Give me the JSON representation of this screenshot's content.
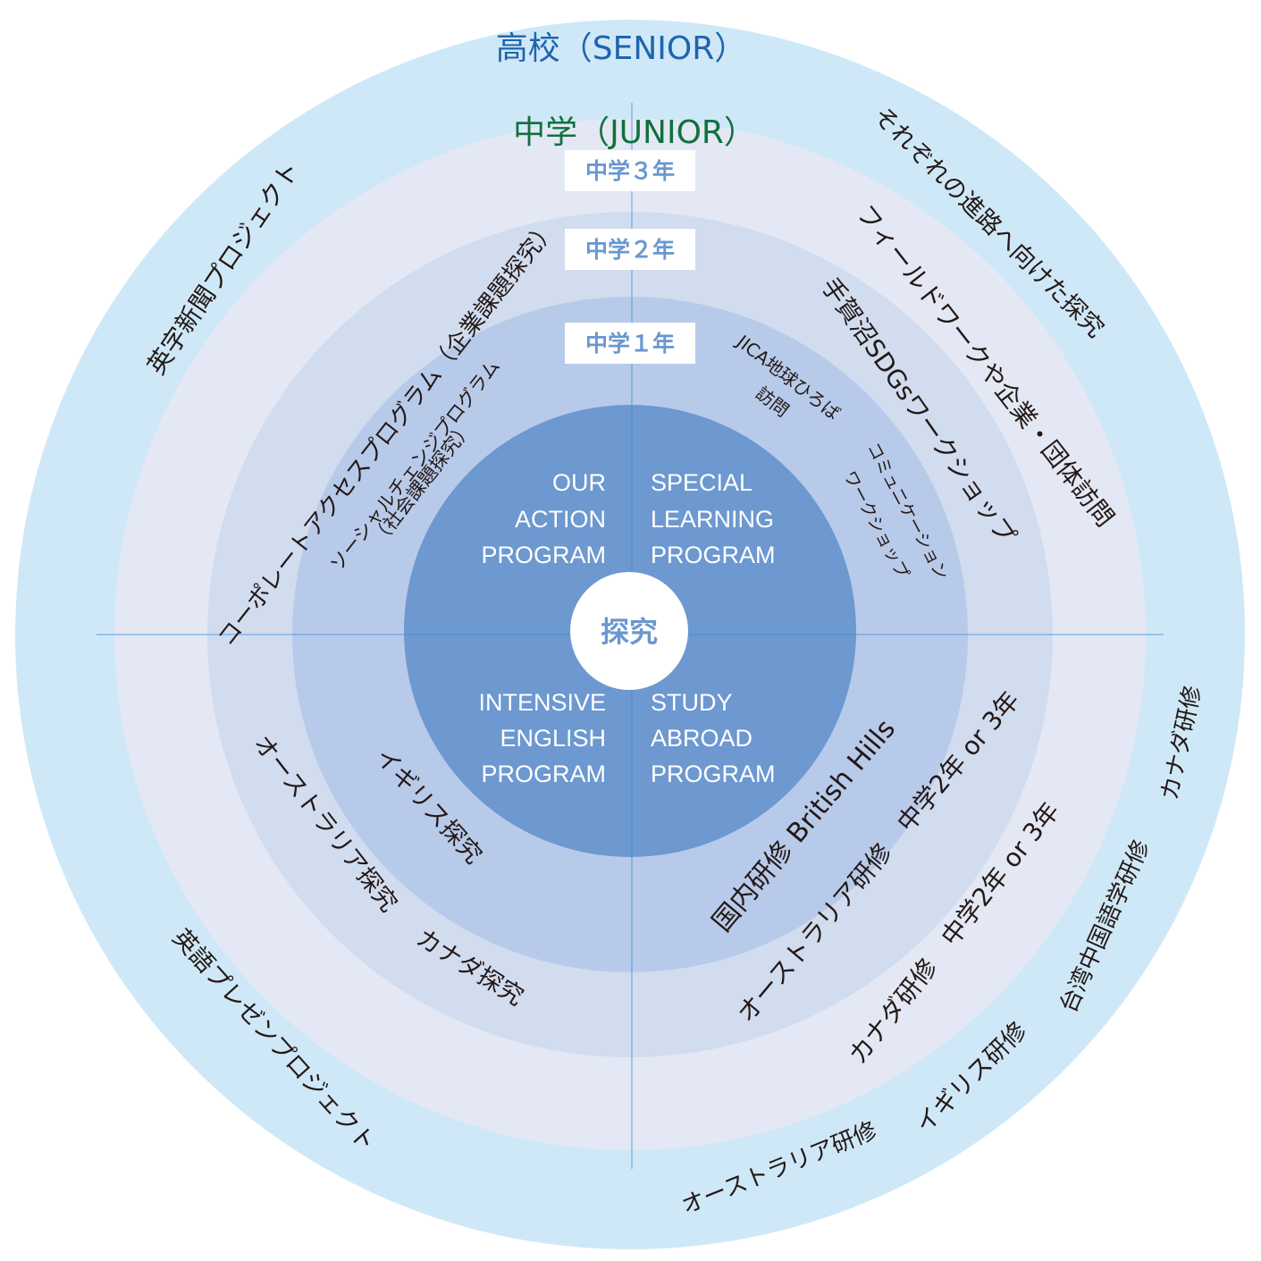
{
  "rings": {
    "senior_label": "高校（SENIOR）",
    "junior_label": "中学（JUNIOR）",
    "grade3": "中学３年",
    "grade2": "中学２年",
    "grade1": "中学１年",
    "center": "探究"
  },
  "quadrants": {
    "top_left": {
      "line1": "OUR",
      "line2": "ACTION",
      "line3": "PROGRAM"
    },
    "top_right": {
      "line1": "SPECIAL",
      "line2": "LEARNING",
      "line3": "PROGRAM"
    },
    "bottom_left": {
      "line1": "INTENSIVE",
      "line2": "ENGLISH",
      "line3": "PROGRAM"
    },
    "bottom_right": {
      "line1": "STUDY",
      "line2": "ABROAD",
      "line3": "PROGRAM"
    }
  },
  "programs": {
    "eiji_shinbun": "英字新聞プロジェクト",
    "corporate_access": "コーポレートアクセスプログラム（企業課題探究）",
    "social_change_1": "ソーシャルチェンジプログラム",
    "social_change_2": "（社会課題探究）",
    "shinro": "それぞれの進路へ向けた探究",
    "fieldwork": "フィールドワークや企業・団体訪問",
    "teganuma": "手賀沼SDGsワークショップ",
    "jica_1": "JICA地球ひろば",
    "jica_2": "訪問",
    "communication_1": "コミュニケーション",
    "communication_2": "ワークショップ",
    "australia_tankyu": "オーストラリア探究",
    "igirisu_tankyu": "イギリス探究",
    "canada_tankyu": "カナダ探究",
    "eigo_presen": "英語プレゼンプロジェクト",
    "british_hills": "国内研修 British Hills",
    "australia_kenshu_jh": "オーストラリア研修　中学2年 or 3年",
    "canada_kenshu_jh": "カナダ研修　中学2年 or 3年",
    "taiwan": "台湾中国語学研修",
    "canada_kenshu_hs": "カナダ研修",
    "igirisu_kenshu": "イギリス研修",
    "australia_kenshu_hs": "オーストラリア研修"
  },
  "colors": {
    "outer_ring": "#cfe8f8",
    "ring2": "#e3e8f4",
    "ring3": "#d1dcef",
    "ring4": "#b8cae9",
    "core": "#6d98d0",
    "senior_text": "#1f64ad",
    "junior_text": "#11703f",
    "grade_text": "#6a97cf",
    "axis": "#3b8fd9"
  }
}
